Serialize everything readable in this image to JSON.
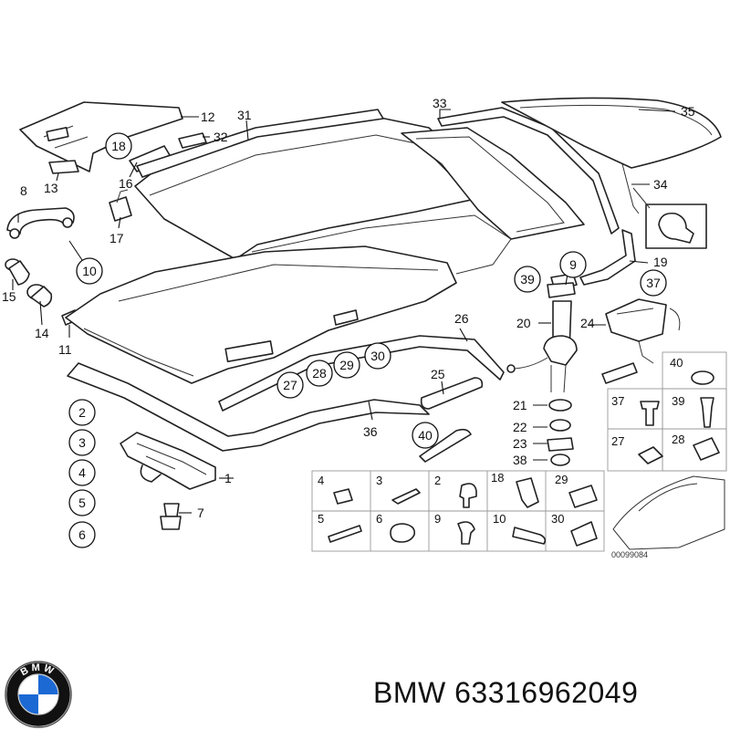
{
  "diagram": {
    "drawing_number": "00099084",
    "callouts": [
      "1",
      "2",
      "3",
      "4",
      "5",
      "6",
      "7",
      "8",
      "9",
      "10",
      "11",
      "12",
      "13",
      "14",
      "15",
      "16",
      "17",
      "18",
      "19",
      "20",
      "21",
      "22",
      "23",
      "24",
      "25",
      "26",
      "27",
      "28",
      "29",
      "30",
      "31",
      "32",
      "33",
      "34",
      "35",
      "36",
      "37",
      "38",
      "39",
      "40"
    ],
    "detail_grid": {
      "row1": [
        "4",
        "3",
        "2",
        "18",
        "29"
      ],
      "row2": [
        "5",
        "6",
        "9",
        "10",
        "30"
      ],
      "side": [
        "40",
        "37",
        "39",
        "27",
        "28"
      ]
    }
  },
  "caption": {
    "brand": "BMW",
    "part_number": "63316962049"
  },
  "logo": {
    "text": "BMW",
    "colors": {
      "blue": "#1c69d4",
      "white": "#ffffff",
      "black": "#111111"
    }
  }
}
